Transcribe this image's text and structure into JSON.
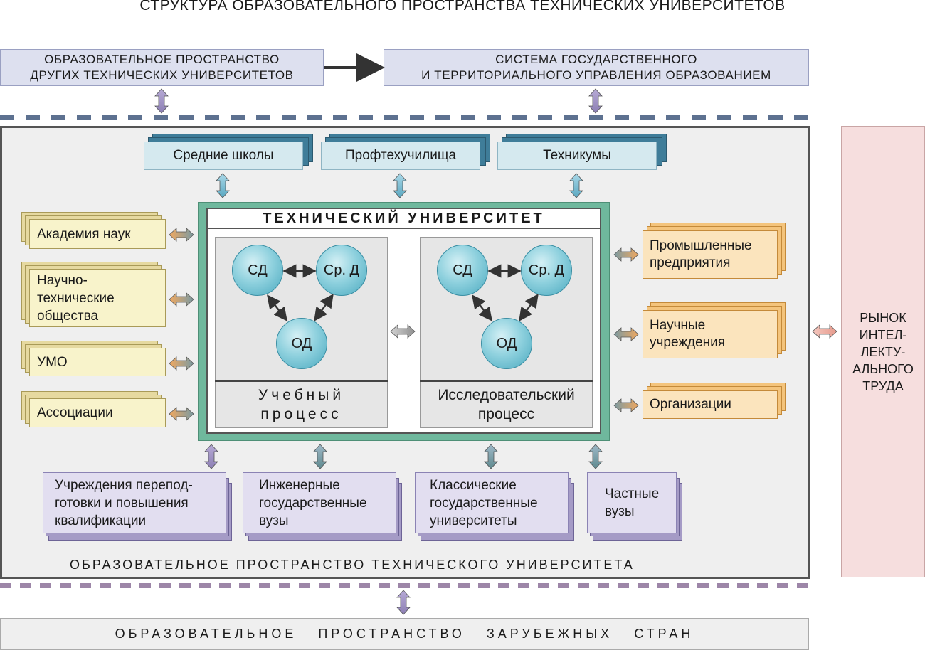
{
  "title": "СТРУКТУРА ОБРАЗОВАТЕЛЬНОГО ПРОСТРАНСТВА ТЕХНИЧЕСКИХ УНИВЕРСИТЕТОВ",
  "top_boxes": {
    "left": [
      "ОБРАЗОВАТЕЛЬНОЕ ПРОСТРАНСТВО",
      "ДРУГИХ ТЕХНИЧЕСКИХ УНИВЕРСИТЕТОВ"
    ],
    "right": [
      "СИСТЕМА ГОСУДАРСТВЕННОГО",
      "И ТЕРРИТОРИАЛЬНОГО УПРАВЛЕНИЯ ОБРАЗОВАНИЕМ"
    ]
  },
  "schools": [
    "Средние школы",
    "Профтехучилища",
    "Техникумы"
  ],
  "left_boxes": [
    [
      "Академия наук"
    ],
    [
      "Научно-",
      "технические",
      "общества"
    ],
    [
      "УМО"
    ],
    [
      "Ассоциации"
    ]
  ],
  "right_boxes": [
    [
      "Промышленные",
      "предприятия"
    ],
    [
      "Научные",
      "учреждения"
    ],
    [
      "Организации"
    ]
  ],
  "university": {
    "title": "ТЕХНИЧЕСКИЙ УНИВЕРСИТЕТ",
    "node_sd": "СД",
    "node_srd": "Ср. Д",
    "node_od": "ОД",
    "learning": [
      "Учебный",
      "процесс"
    ],
    "research": [
      "Исследовательский",
      "процесс"
    ]
  },
  "bottom_boxes": [
    [
      "Учреждения перепод-",
      "готовки и повышения",
      "квалификации"
    ],
    [
      "Инженерные",
      "государственные",
      "вузы"
    ],
    [
      "Классические",
      "государственные",
      "университеты"
    ],
    [
      "Частные",
      "вузы"
    ]
  ],
  "space_caption": "ОБРАЗОВАТЕЛЬНОЕ ПРОСТРАНСТВО ТЕХНИЧЕСКОГО УНИВЕРСИТЕТА",
  "market": [
    "РЫНОК",
    "ИНТЕЛ-",
    "ЛЕКТУ-",
    "АЛЬНОГО",
    "ТРУДА"
  ],
  "foreign": "ОБРАЗОВАТЕЛЬНОЕ   ПРОСТРАНСТВО   ЗАРУБЕЖНЫХ   СТРАН",
  "colors": {
    "blue_stack": "#3f7d99",
    "yellow_box": "#f8f3cb",
    "orange_box": "#fbe4bd",
    "purple_box": "#e2def0",
    "university_frame": "#6fb89d",
    "market": "#f6dede",
    "dash_blue": "#5d7190",
    "dash_purple": "#9d86a8"
  }
}
